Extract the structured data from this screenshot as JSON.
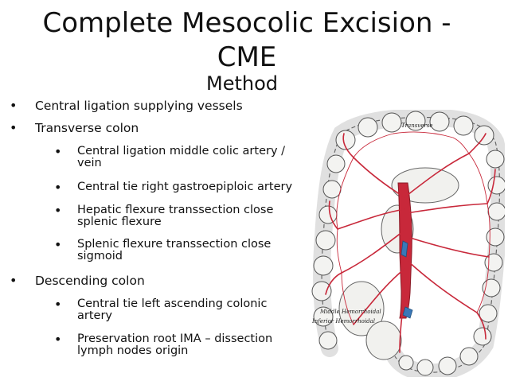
{
  "slide": {
    "title": "Complete Mesocolic Excision - CME",
    "subtitle": "Method",
    "bullet_glyph": "•",
    "items": [
      {
        "text": "Central ligation supplying vessels"
      },
      {
        "text": "Transverse colon"
      },
      {
        "text": "Central ligation middle colic artery / vein"
      },
      {
        "text": "Central tie right gastroepiploic artery"
      },
      {
        "text": "Hepatic flexure transsection close splenic flexure"
      },
      {
        "text": "Splenic flexure transsection close sigmoid"
      },
      {
        "text": "Descending colon"
      },
      {
        "text": "Central tie left ascending colonic artery"
      },
      {
        "text": "Preservation root IMA – dissection lymph nodes origin"
      }
    ]
  },
  "figure": {
    "label_transverse": "Transverse",
    "label_middle_hemorrhoidal": "Middle Hemorrhoidal",
    "label_inferior_hemorrhoidal": "Inferior Hemorrhoidal"
  },
  "colors": {
    "artery": "#c8283a",
    "artery_dark": "#a01e2e",
    "vein": "#3a78b8",
    "tissue_fill": "#f3f3f1",
    "tissue_stroke": "#555555"
  }
}
